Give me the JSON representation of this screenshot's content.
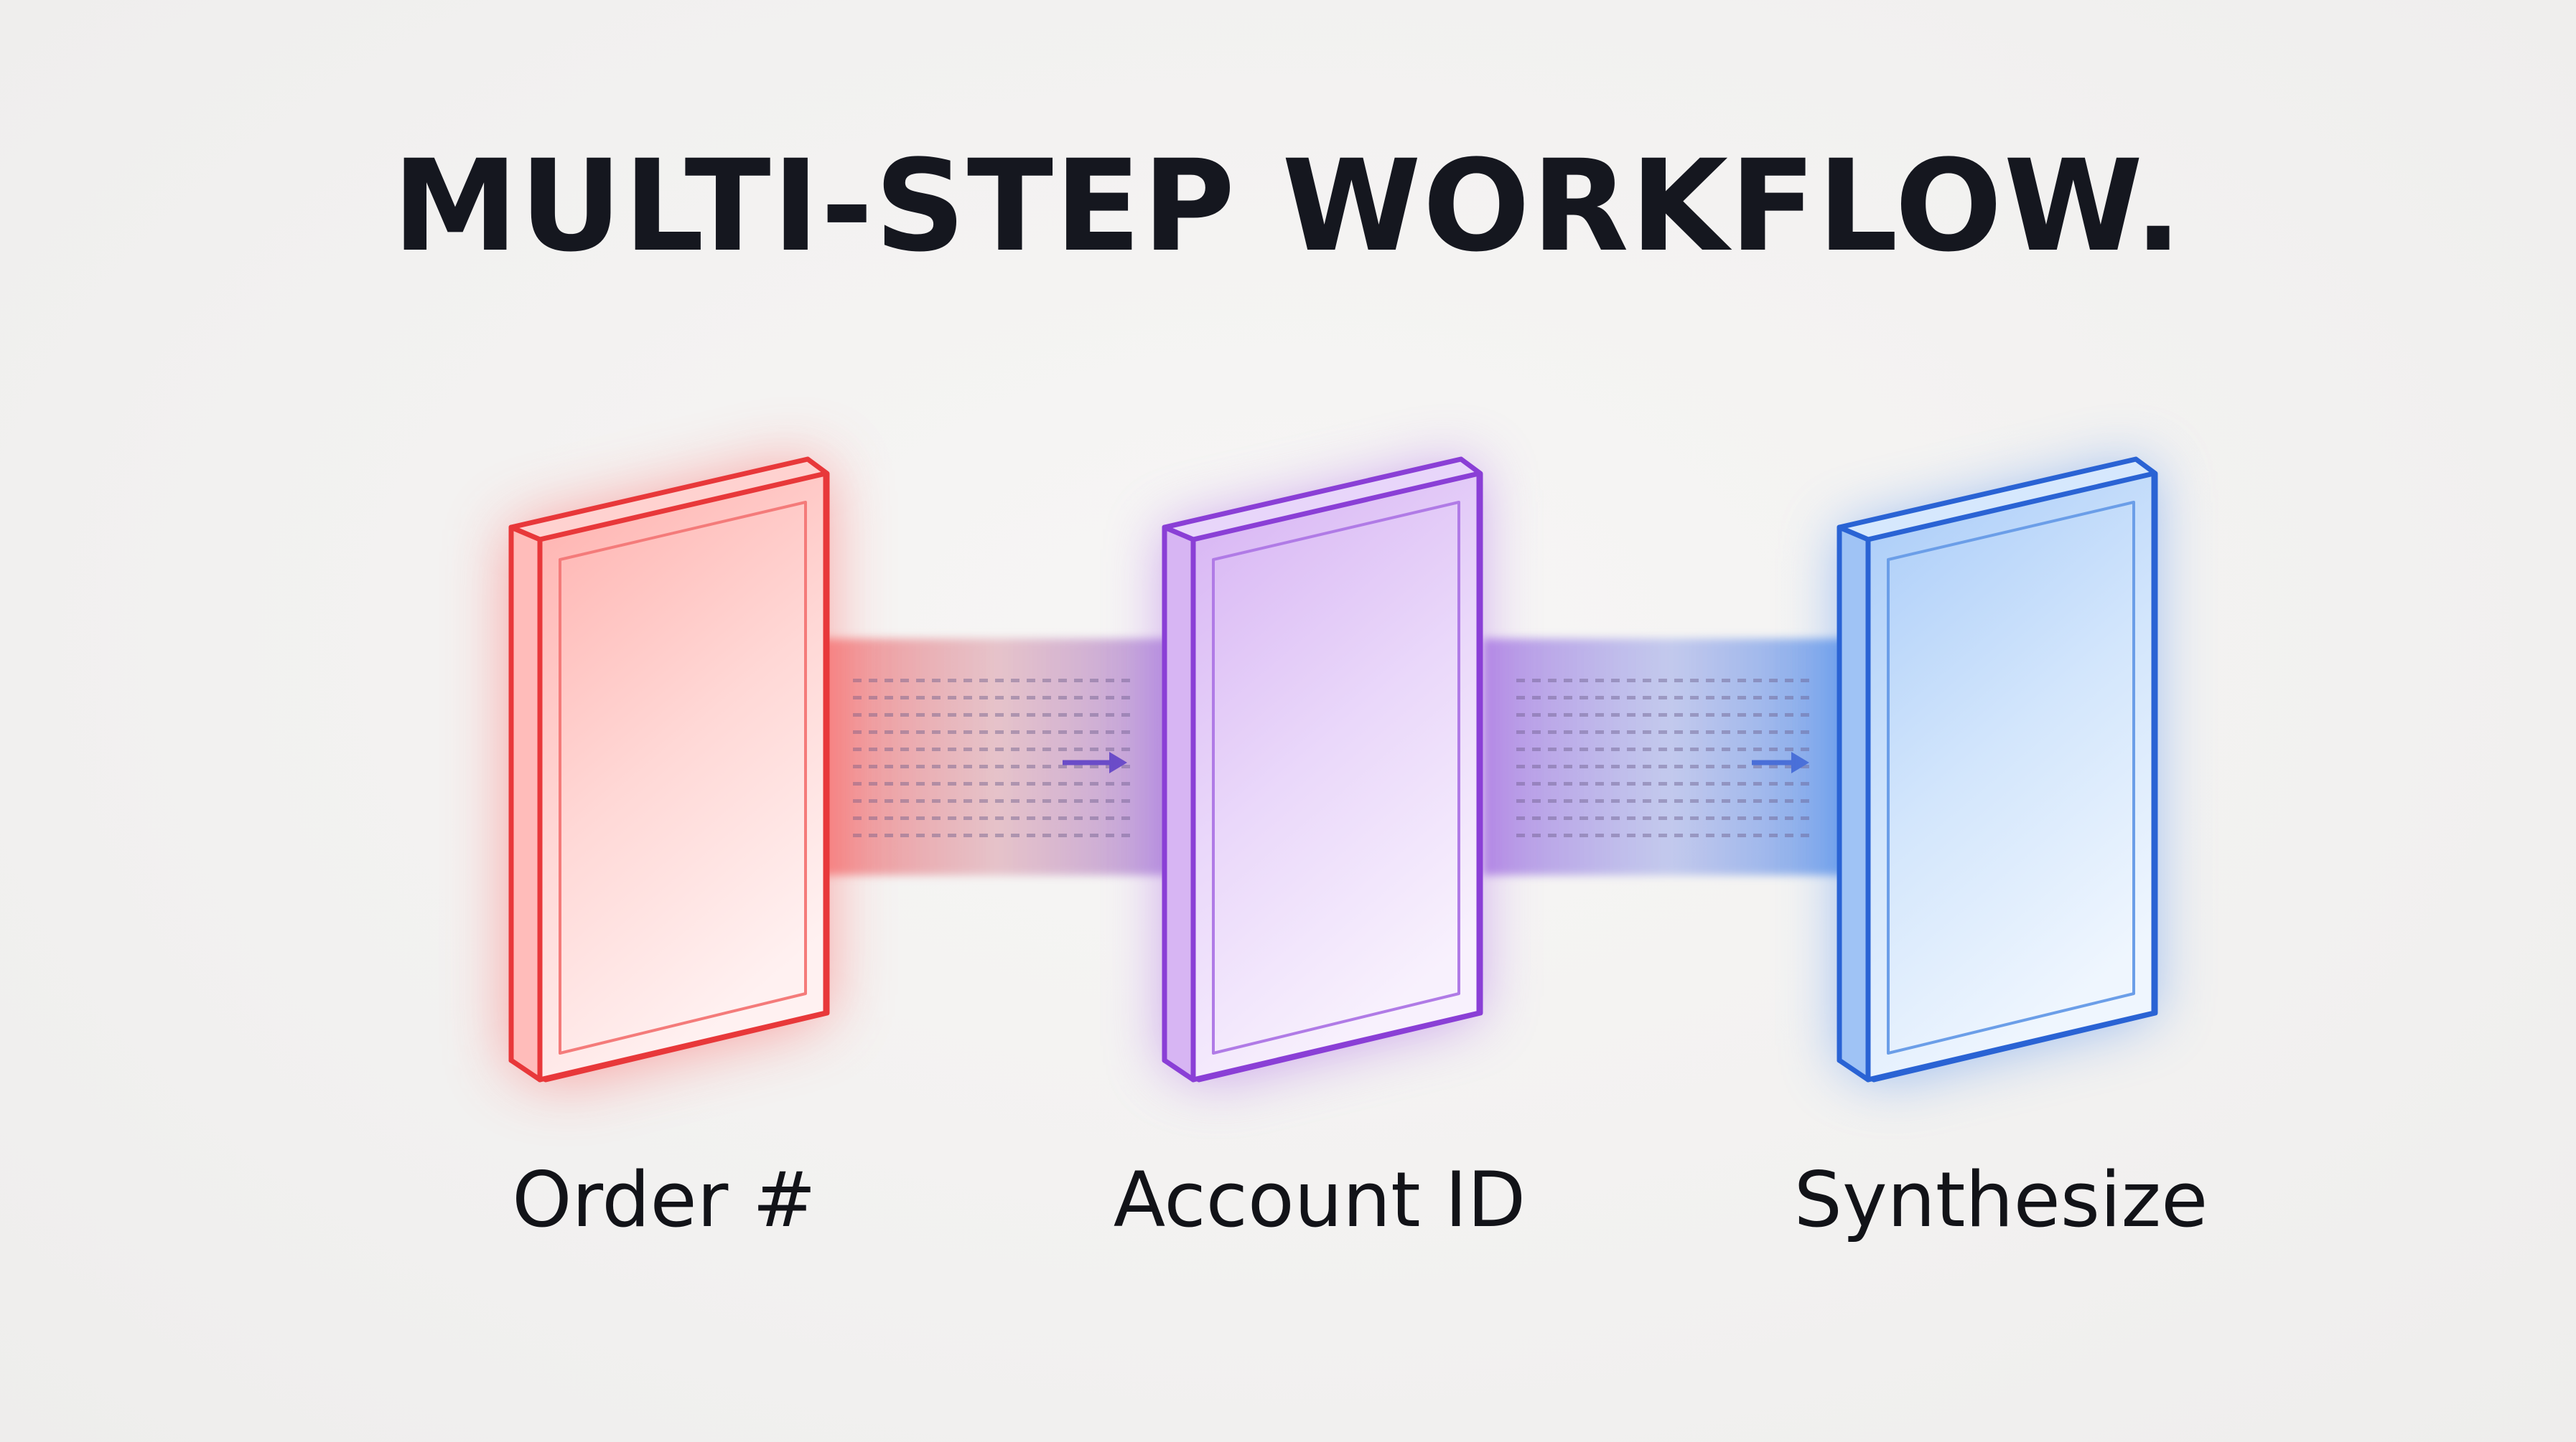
{
  "title": "MULTI-STEP WORKFLOW.",
  "steps": [
    {
      "label": "Order #",
      "color": "#e8383a",
      "fill": "#ffb3b0"
    },
    {
      "label": "Account ID",
      "color": "#8a3fd6",
      "fill": "#d8b6f4"
    },
    {
      "label": "Synthesize",
      "color": "#2a63d4",
      "fill": "#a8cdf8"
    }
  ],
  "colors": {
    "background": "#f3f2f1",
    "text": "#15171f"
  },
  "icons": [
    "arrow-right-icon",
    "arrow-right-icon"
  ]
}
